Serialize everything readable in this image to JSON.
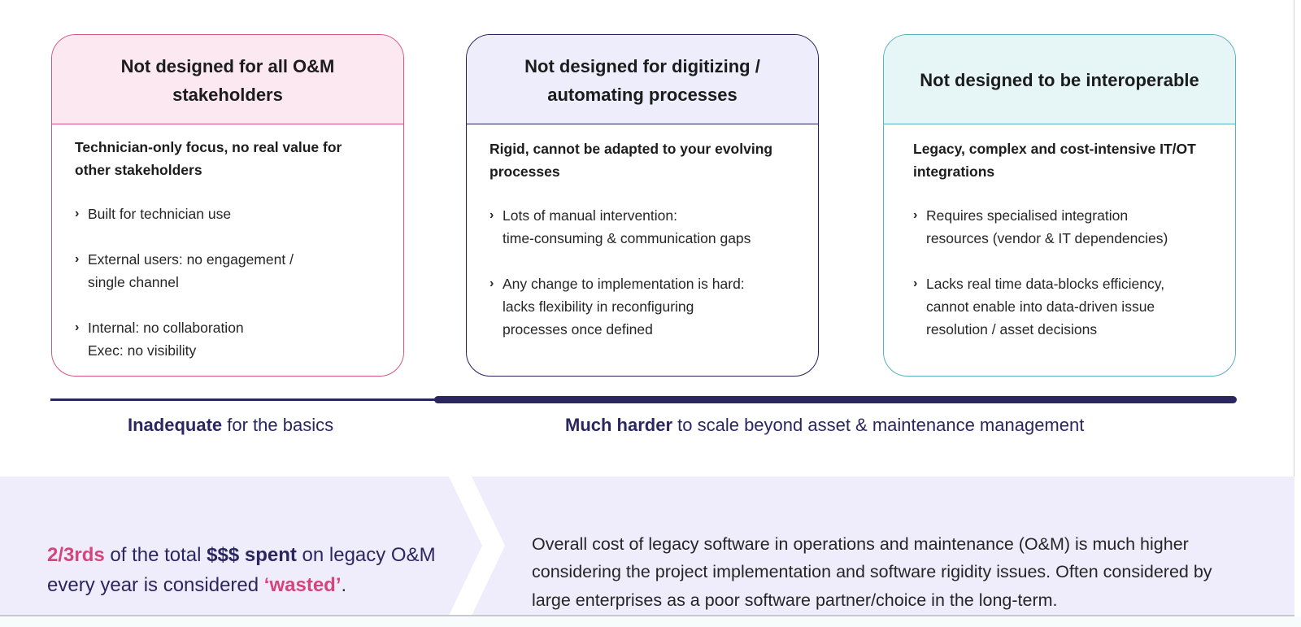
{
  "cards": [
    {
      "title": "Not designed for all O&M stakeholders",
      "subtitle": "Technician-only focus, no real value for other stakeholders",
      "bullets": [
        "Built for technician use",
        "External users: no engagement /\nsingle channel",
        "Internal: no collaboration\nExec: no visibility"
      ],
      "accent": "#d4577f"
    },
    {
      "title": "Not designed for digitizing / automating processes",
      "subtitle": "Rigid, cannot be adapted to your evolving processes",
      "bullets": [
        "Lots of manual intervention:\ntime-consuming & communication gaps",
        "Any change to implementation is hard:\nlacks flexibility in reconfiguring\nprocesses once defined"
      ],
      "accent": "#23205a"
    },
    {
      "title": "Not designed to be interoperable",
      "subtitle": "Legacy, complex and cost-intensive IT/OT integrations",
      "bullets": [
        "Requires specialised integration\nresources (vendor & IT dependencies)",
        "Lacks real time data-blocks efficiency,\ncannot enable into data-driven issue\nresolution / asset decisions"
      ],
      "accent": "#5ab1be"
    }
  ],
  "bullet_marker": "›",
  "timeline": {
    "left": {
      "bold": "Inadequate",
      "rest": " for the basics"
    },
    "right": {
      "bold": "Much harder",
      "rest": " to scale beyond asset & maintenance management"
    }
  },
  "summary": {
    "left": {
      "part1_highlight": "2/3rds",
      "part2": " of the total ",
      "part3_bold": "$$$ spent",
      "part4": " on legacy O&M every year is  considered ",
      "part5_highlight": "‘wasted’",
      "part6": "."
    },
    "right": "Overall cost of legacy software in operations and maintenance (O&M) is much higher considering the project implementation and software rigidity issues. Often considered by large enterprises as a poor software partner/choice in the long-term."
  },
  "colors": {
    "pink": "#d4457c",
    "navy": "#2a2660",
    "teal": "#5ab1be",
    "band": "#efedfb"
  }
}
